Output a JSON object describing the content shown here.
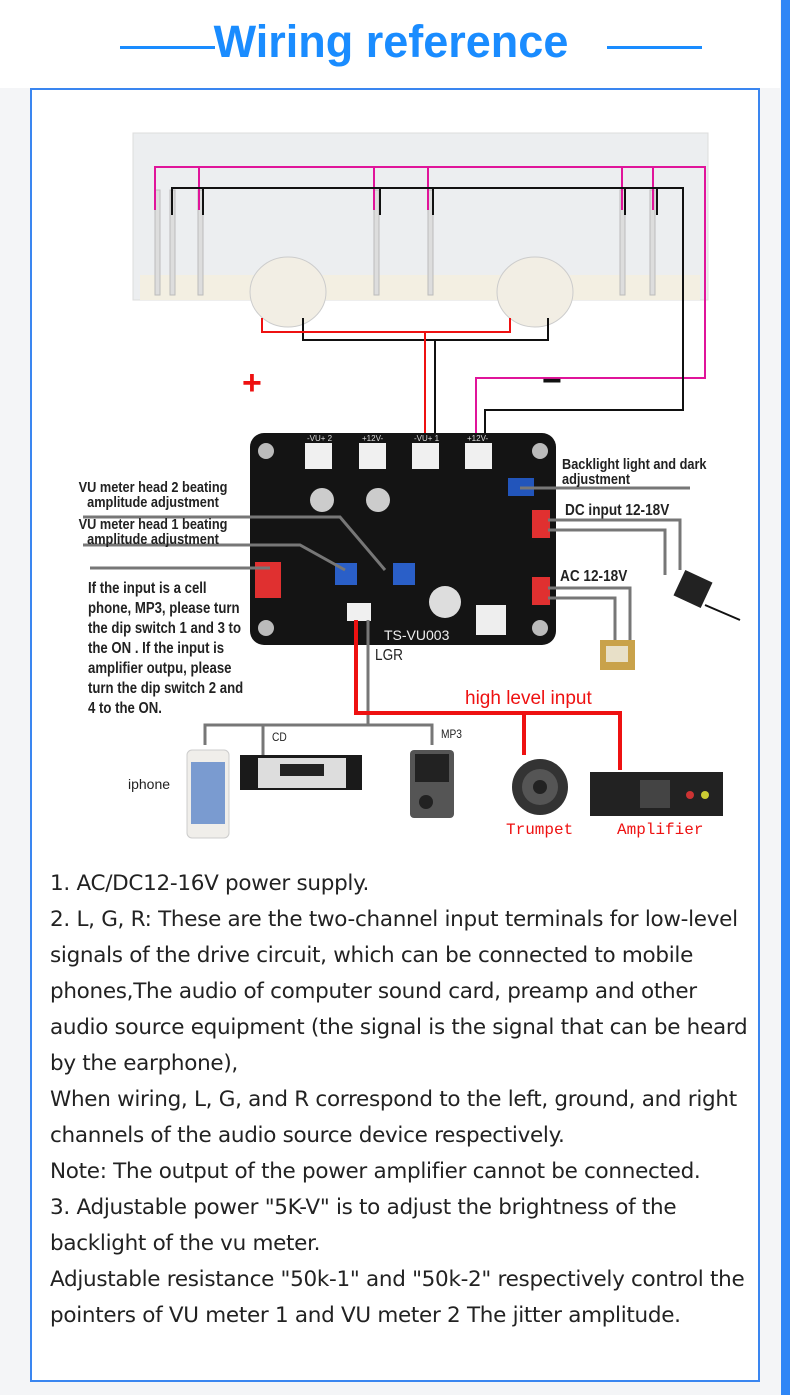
{
  "header": {
    "title": "Wiring reference"
  },
  "colors": {
    "accent": "#1a8cff",
    "frame": "#3a86f0",
    "signal_red": "#ee1111",
    "magenta_wire": "#e0149a"
  },
  "diagram": {
    "plus_sign": "+",
    "minus_sign": "−",
    "board_label": "TS-VU003",
    "board_connectors": [
      "-VU+ 2",
      "+12V-",
      "-VU+ 1",
      "+12V-"
    ],
    "labels": {
      "backlight": "Backlight light and dark adjustment",
      "dc_input": "DC input 12-18V",
      "ac_input": "AC 12-18V",
      "vu2": "VU meter head 2 beating amplitude adjustment",
      "vu1": "VU meter head 1 beating amplitude adjustment",
      "dip_note": "If the input is a cell phone, MP3, please turn the dip switch 1 and 3 to the ON . If the input is amplifier outpu, please turn the dip switch 2 and 4 to the ON.",
      "lgr": "LGR",
      "high_level": "high level input",
      "cd": "CD",
      "mp3": "MP3",
      "iphone": "iphone",
      "trumpet": "Trumpet",
      "amplifier": "Amplifier"
    }
  },
  "notes": [
    "1. AC/DC12-16V power supply.",
    "2. L, G, R: These are the two-channel input terminals for low-level signals of the drive circuit, which can be connected to mobile phones,The audio of computer sound card, preamp and other audio source equipment (the signal is the signal that can be heard by the earphone),",
    "When wiring, L, G, and R correspond to the left, ground, and right channels of the audio source device respectively.",
    "Note: The output of the power amplifier cannot be connected.",
    "3. Adjustable power \"5K-V\" is to adjust the brightness of the backlight of the vu meter.",
    "Adjustable resistance \"50k-1\" and \"50k-2\" respectively control the pointers of VU meter 1 and VU meter 2 The jitter amplitude."
  ]
}
